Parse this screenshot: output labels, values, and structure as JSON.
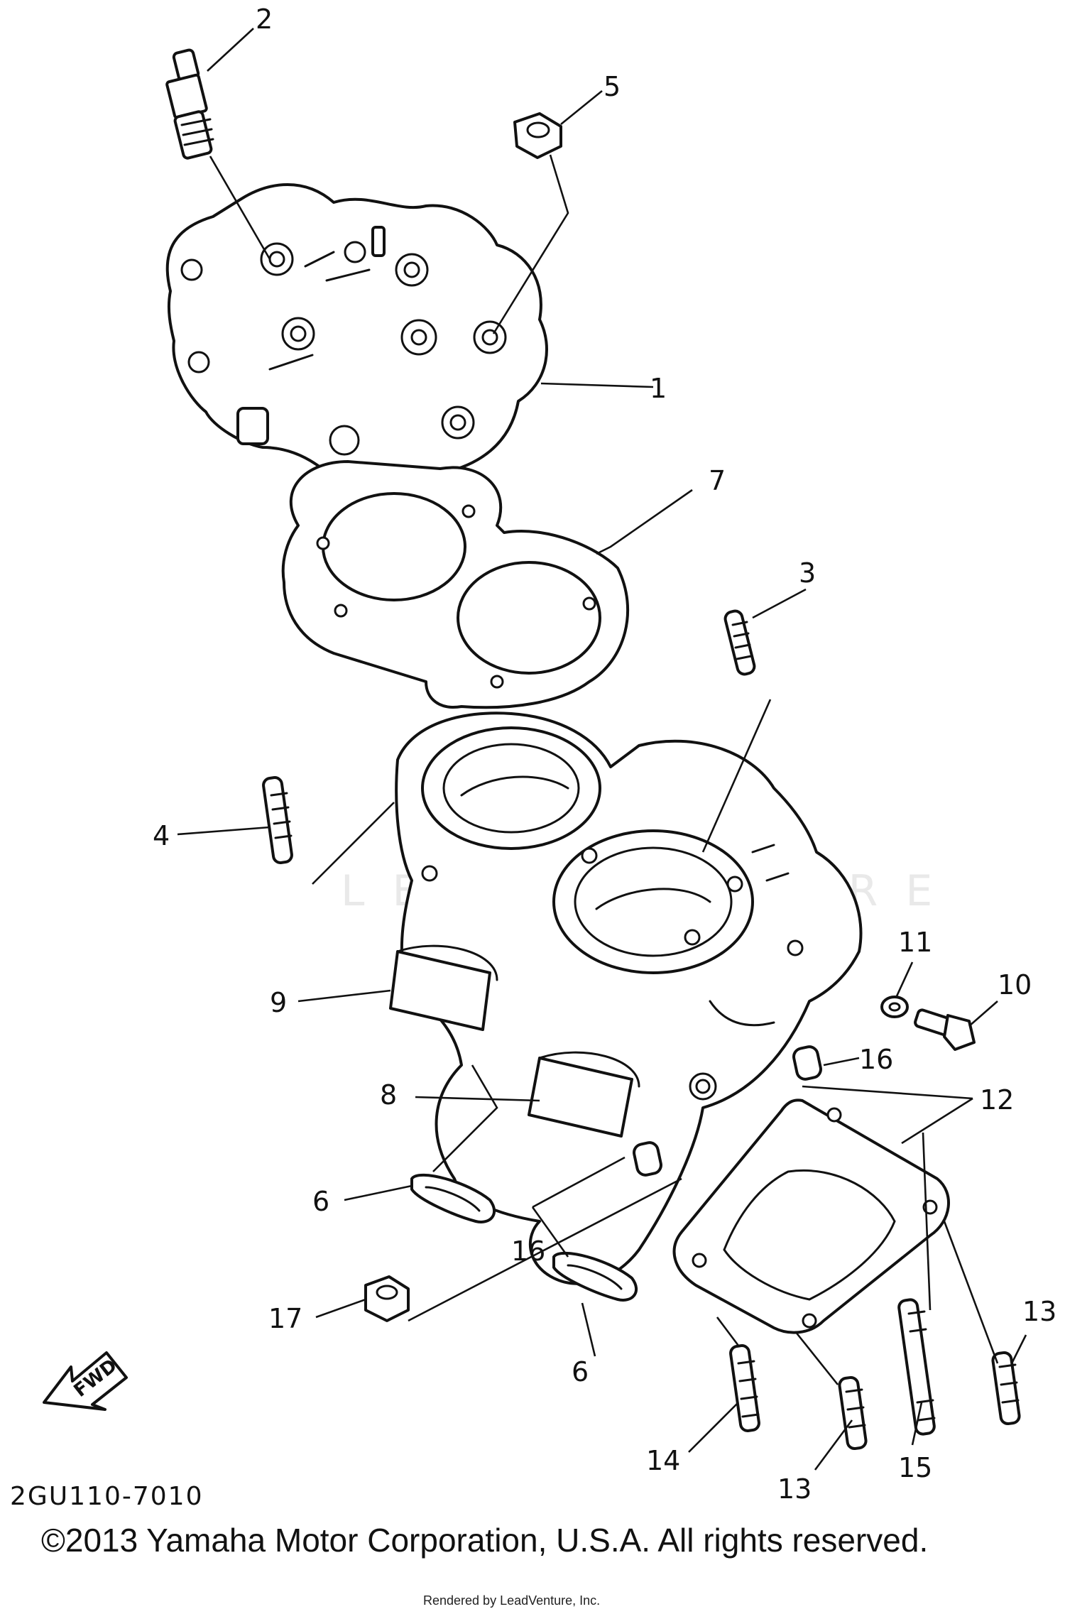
{
  "callouts": [
    {
      "id": "head",
      "text": "1"
    },
    {
      "id": "spark-plug",
      "text": "2"
    },
    {
      "id": "stud-3",
      "text": "3"
    },
    {
      "id": "stud-4",
      "text": "4"
    },
    {
      "id": "nut-5",
      "text": "5"
    },
    {
      "id": "gasket-6a",
      "text": "6"
    },
    {
      "id": "gasket-6b",
      "text": "6"
    },
    {
      "id": "head-gasket",
      "text": "7"
    },
    {
      "id": "exhaust-8",
      "text": "8"
    },
    {
      "id": "exhaust-9",
      "text": "9"
    },
    {
      "id": "bolt-10",
      "text": "10"
    },
    {
      "id": "washer-11",
      "text": "11"
    },
    {
      "id": "base-gasket",
      "text": "12"
    },
    {
      "id": "stud-13a",
      "text": "13"
    },
    {
      "id": "stud-13b",
      "text": "13"
    },
    {
      "id": "stud-14",
      "text": "14"
    },
    {
      "id": "stud-15",
      "text": "15"
    },
    {
      "id": "dowel-16a",
      "text": "16"
    },
    {
      "id": "dowel-16b",
      "text": "16"
    },
    {
      "id": "nut-17",
      "text": "17"
    }
  ],
  "fwd_label": "FWD",
  "ref_code": "2GU110-7010",
  "copyright": "©2013 Yamaha Motor Corporation, U.S.A. All rights reserved.",
  "rendered_by": "Rendered by LeadVenture, Inc."
}
